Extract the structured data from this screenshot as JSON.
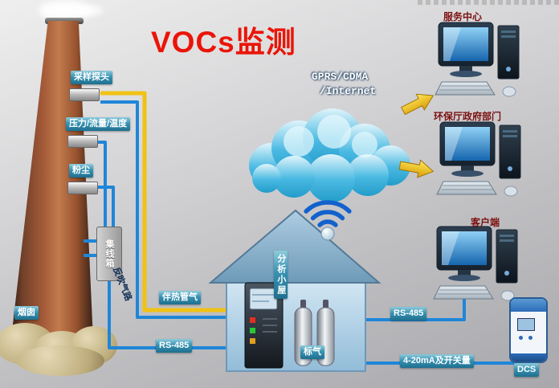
{
  "title": "VOCs监测",
  "stack": {
    "label": "烟囱"
  },
  "sensors": {
    "probe": "采样探头",
    "pressure_flow_temp": "压力/流量/温度",
    "dust": "粉尘"
  },
  "junction_box": {
    "label": "集线箱"
  },
  "pipes": {
    "backblow": "反吹气路",
    "heated": "伴热管气",
    "rs485_left": "RS-485",
    "rs485_right": "RS-485",
    "analog_switch": "4-20mA及开关量"
  },
  "house": {
    "label": "分析小屋",
    "gas_cylinders": "标气"
  },
  "network": {
    "label_line1": "GPRS/CDMA",
    "label_line2": "/Internet"
  },
  "terminals": {
    "service_center": "服务中心",
    "gov_dept": "环保厅政府部门",
    "client": "客户端"
  },
  "dcs": {
    "label": "DCS"
  },
  "colors": {
    "title_red": "#ea1508",
    "teal_label": "#2a7d9c",
    "pipe_blue": "#1f86d8",
    "pipe_yellow": "#f0c214"
  }
}
